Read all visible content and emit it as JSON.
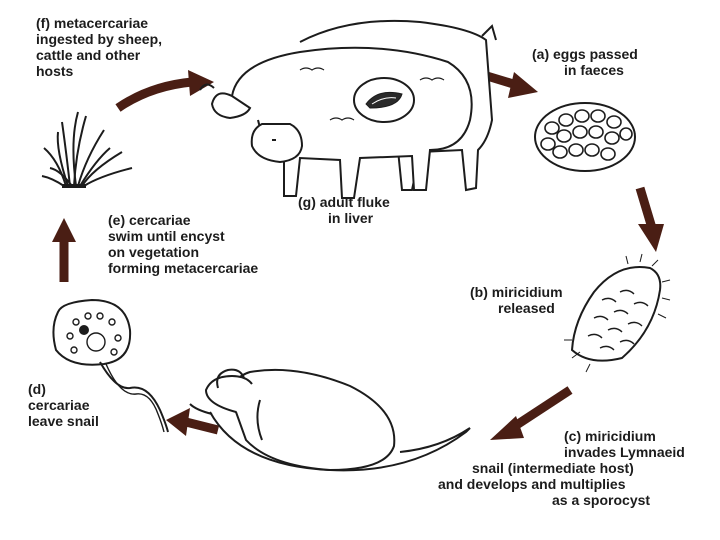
{
  "colors": {
    "ink": "#1c1c1c",
    "arrow": "#4a1e14",
    "background": "#ffffff"
  },
  "stages": {
    "f": {
      "lines": [
        "(f) metacercariae",
        "ingested by sheep,",
        "cattle and other",
        "hosts"
      ]
    },
    "a": {
      "lines": [
        "(a) eggs passed",
        "in faeces"
      ]
    },
    "g": {
      "lines": [
        "(g) adult fluke",
        "in liver"
      ]
    },
    "e": {
      "lines": [
        "(e) cercariae",
        "swim until encyst",
        "on vegetation",
        "forming metacercariae"
      ]
    },
    "b": {
      "lines": [
        "(b) miricidium",
        "released"
      ]
    },
    "d": {
      "lines": [
        "(d)",
        "cercariae",
        "leave snail"
      ]
    },
    "c": {
      "lines": [
        "(c) miricidium",
        "invades Lymnaeid",
        "snail (intermediate host)",
        "and develops and multiplies",
        "as a sporocyst"
      ]
    }
  },
  "icons": {
    "sheep": "sheep-and-cattle-icon",
    "grass": "grass-tuft-icon",
    "egg_cluster": "egg-cluster-icon",
    "miracidium": "miracidium-icon",
    "snail": "lymnaeid-snail-icon",
    "cercaria": "cercaria-icon",
    "fluke": "adult-fluke-icon"
  }
}
